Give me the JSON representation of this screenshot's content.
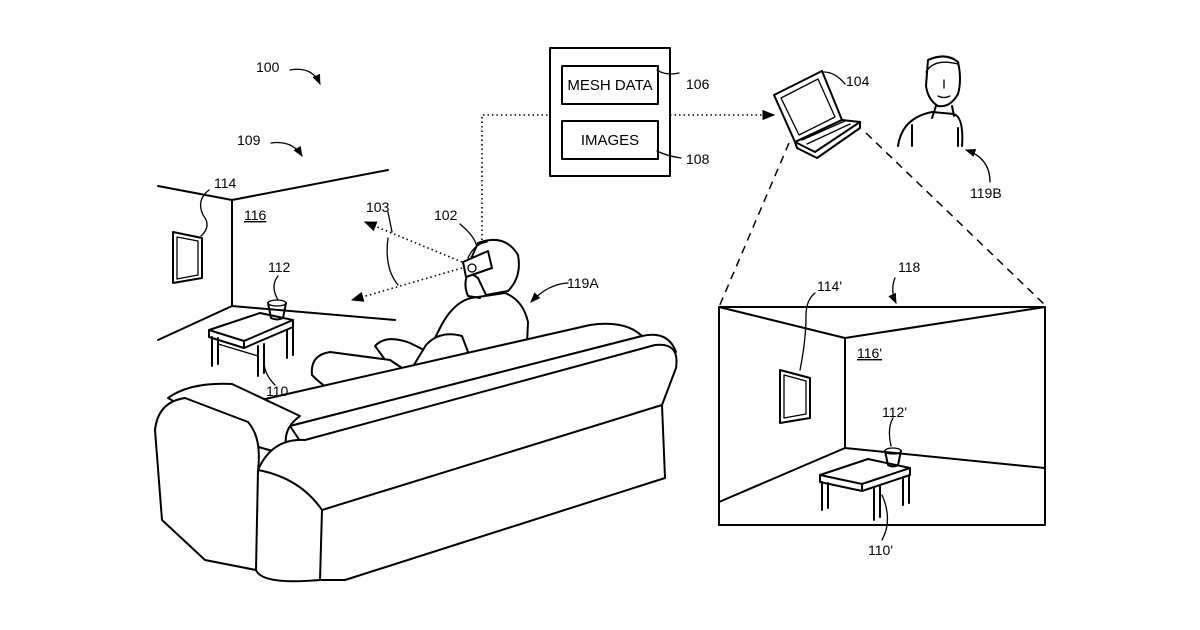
{
  "boxes": {
    "mesh_data": "MESH DATA",
    "images": "IMAGES"
  },
  "labels": {
    "r100": "100",
    "r102": "102",
    "r103": "103",
    "r104": "104",
    "r106": "106",
    "r108": "108",
    "r109": "109",
    "r110": "110",
    "r110p": "110'",
    "r112": "112",
    "r112p": "112'",
    "r114": "114",
    "r114p": "114'",
    "r116": "116",
    "r116p": "116'",
    "r118": "118",
    "r119a": "119A",
    "r119b": "119B"
  }
}
